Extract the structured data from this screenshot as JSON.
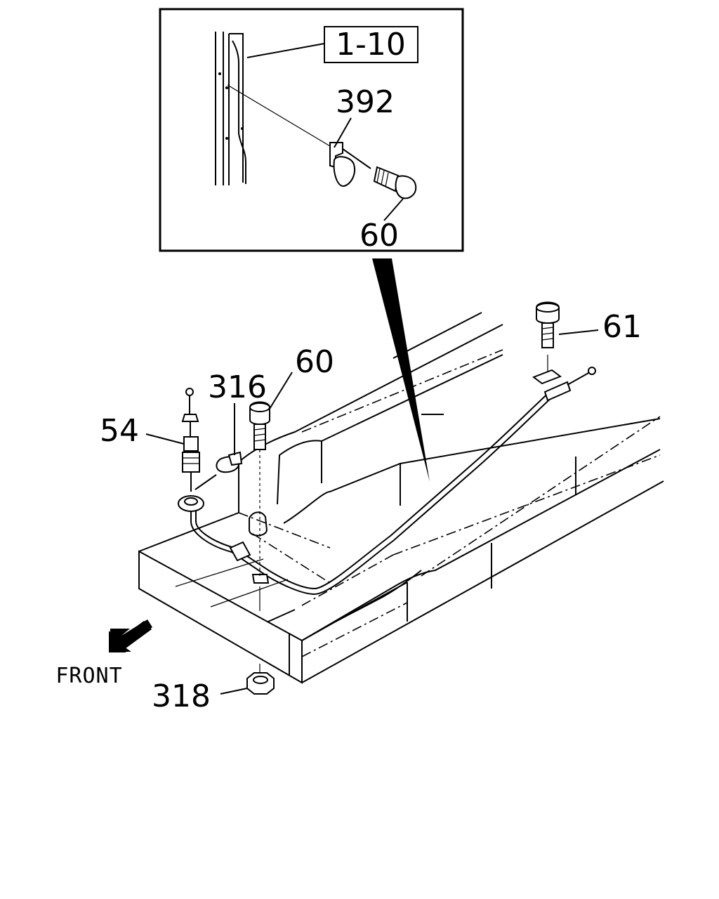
{
  "inset": {
    "reference_label": "1-10",
    "callouts": [
      "392",
      "60"
    ]
  },
  "callouts": {
    "p54": "54",
    "p316": "316",
    "p60": "60",
    "p61": "61",
    "p318": "318"
  },
  "direction": {
    "label": "FRONT",
    "icon": "front-arrow-icon"
  }
}
